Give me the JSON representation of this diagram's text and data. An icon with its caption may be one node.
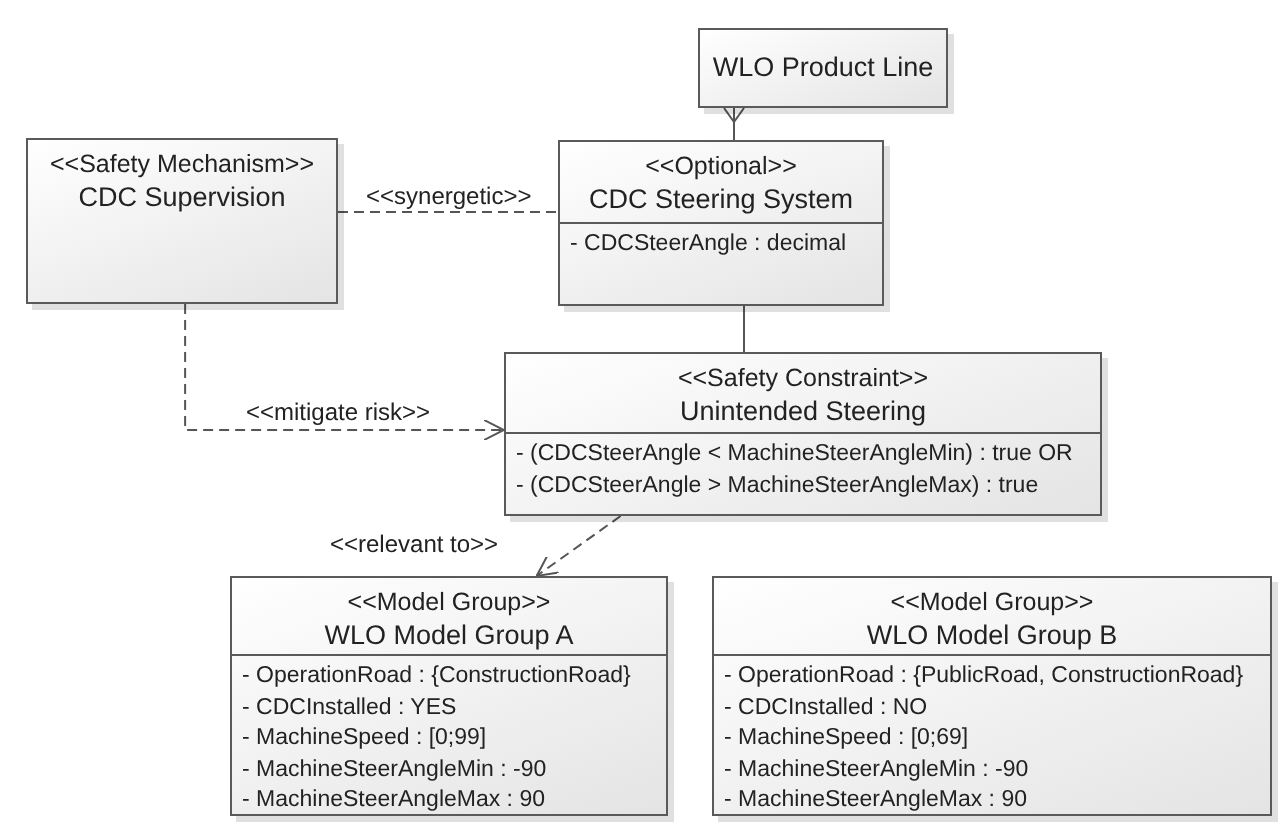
{
  "diagram": {
    "nodes": [
      {
        "text": [
          "WLO Product Line"
        ]
      },
      {
        "text": [
          "<<Safety Mechanism>>",
          "CDC Supervision"
        ]
      },
      {
        "text": [
          "<<Optional>>",
          "CDC Steering System",
          "- CDCSteerAngle : decimal"
        ]
      },
      {
        "text": [
          "<<Safety Constraint>>",
          "Unintended Steering",
          "- (CDCSteerAngle < MachineSteerAngleMin) : true OR",
          "- (CDCSteerAngle > MachineSteerAngleMax) : true"
        ]
      },
      {
        "text": [
          "<<Model Group>>",
          "WLO Model Group A",
          "- OperationRoad : {ConstructionRoad}",
          "- CDCInstalled : YES",
          "- MachineSpeed : [0;99]",
          "- MachineSteerAngleMin : -90",
          "- MachineSteerAngleMax : 90"
        ]
      },
      {
        "text": [
          "<<Model Group>>",
          "WLO Model Group B",
          "- OperationRoad : {PublicRoad, ConstructionRoad}",
          "- CDCInstalled : NO",
          "- MachineSpeed : [0;69]",
          "- MachineSteerAngleMin : -90",
          "- MachineSteerAngleMax : 90"
        ]
      }
    ],
    "edges": [
      {
        "from": 2,
        "to": 0,
        "arrow": "other"
      },
      {
        "from": 1,
        "to": 2,
        "arrow": "none",
        "label": "<<synergetic>>",
        "style": "dashed"
      },
      {
        "from": 1,
        "to": 3,
        "arrow": "to",
        "label": "<<mitigate risk>>",
        "style": "dashed"
      },
      {
        "from": 2,
        "to": 3,
        "arrow": "none"
      },
      {
        "from": 3,
        "to": 4,
        "arrow": "to",
        "label": "<<relevant to>>",
        "style": "dashed"
      }
    ]
  }
}
